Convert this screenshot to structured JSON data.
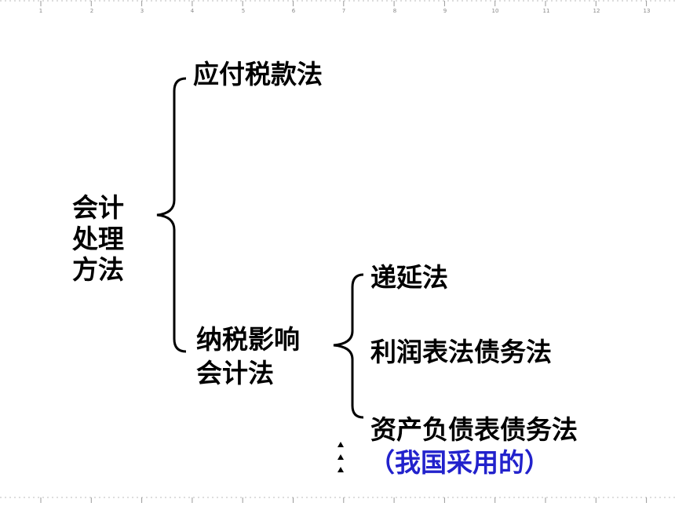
{
  "ruler": {
    "ticks": [
      "1",
      "2",
      "3",
      "4",
      "5",
      "6",
      "7",
      "8",
      "9",
      "10",
      "11",
      "12",
      "13"
    ],
    "color": "#888888"
  },
  "diagram": {
    "root": [
      "会计",
      "处理",
      "方法"
    ],
    "level1": {
      "top": "应付税款法",
      "bottom": [
        "纳税影响",
        "会计法"
      ]
    },
    "level2": {
      "item1": "递延法",
      "item2": "利润表法债务法",
      "item3": "资产负债表债务法",
      "note": "（我国采用的）"
    },
    "colors": {
      "text": "#000000",
      "note": "#2222cc",
      "bracket": "#000000"
    }
  }
}
